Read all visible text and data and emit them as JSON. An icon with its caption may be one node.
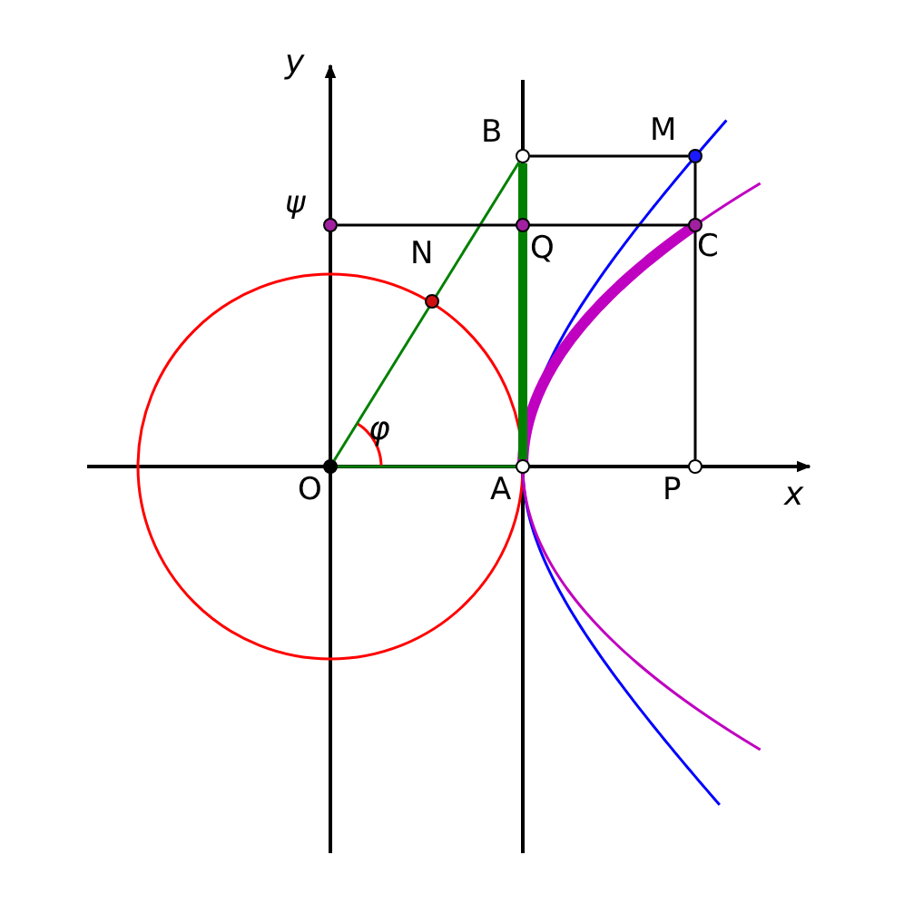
{
  "diagram": {
    "nodes": [
      {
        "text": [
          "O"
        ]
      },
      {
        "text": [
          "A"
        ]
      },
      {
        "text": [
          "P"
        ]
      },
      {
        "text": [
          "B"
        ]
      },
      {
        "text": [
          "M"
        ]
      },
      {
        "text": [
          "Q"
        ]
      },
      {
        "text": [
          "C"
        ]
      },
      {
        "text": [
          "N"
        ]
      },
      {
        "text": [
          "ψ"
        ]
      }
    ],
    "edges": [
      {
        "from": 0,
        "to": 3,
        "arrow": "none",
        "color": "#008000"
      },
      {
        "from": 0,
        "to": 1,
        "arrow": "none",
        "color": "#008000"
      },
      {
        "from": 1,
        "to": 3,
        "arrow": "none",
        "style": "thick",
        "color": "#008000"
      },
      {
        "from": 3,
        "to": 4,
        "arrow": "none",
        "color": "#000000"
      },
      {
        "from": 4,
        "to": 2,
        "arrow": "none",
        "color": "#000000"
      },
      {
        "from": 8,
        "to": 6,
        "arrow": "none",
        "color": "#000000"
      }
    ],
    "labels": [
      "y",
      "φ",
      "x"
    ]
  }
}
